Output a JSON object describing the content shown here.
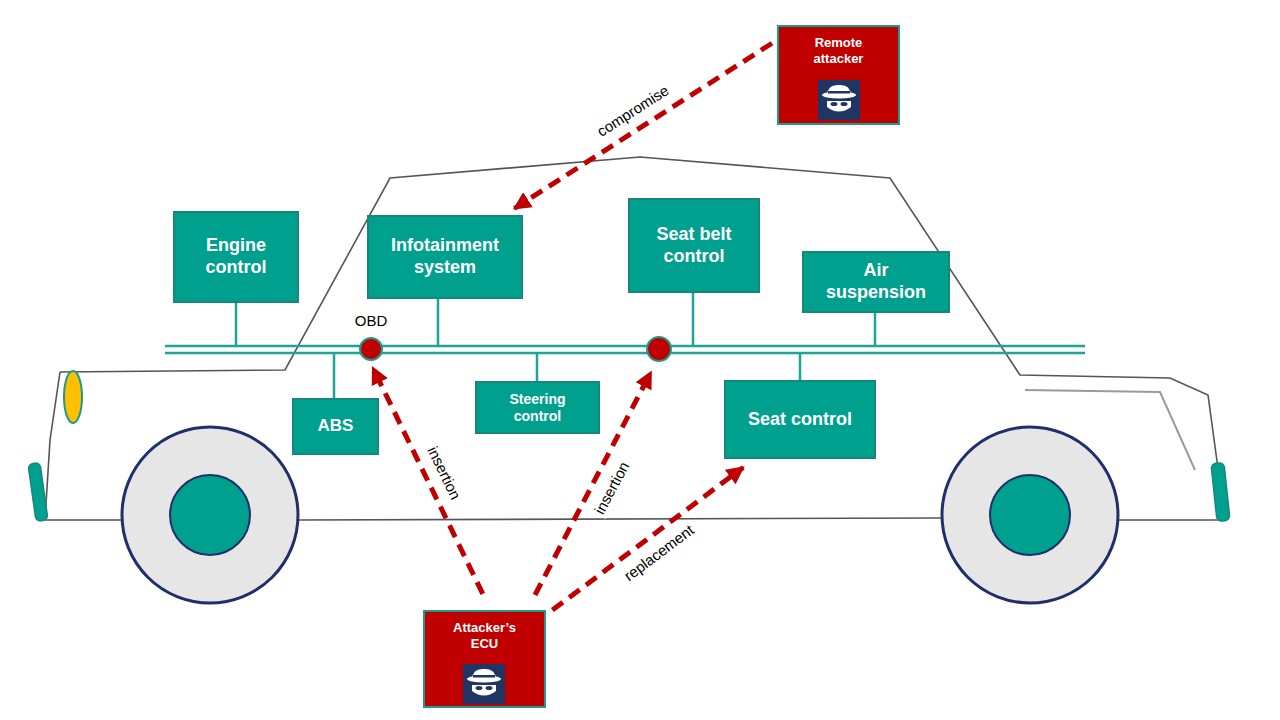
{
  "diagram": {
    "nodes": [
      {
        "text": [
          "Remote attacker"
        ]
      },
      {
        "text": [
          "Engine control"
        ]
      },
      {
        "text": [
          "Infotainment system"
        ]
      },
      {
        "text": [
          "Seat belt control"
        ]
      },
      {
        "text": [
          "Air suspension"
        ]
      },
      {
        "text": [
          "OBD"
        ]
      },
      {
        "text": [
          "ABS"
        ]
      },
      {
        "text": [
          "Steering control"
        ]
      },
      {
        "text": [
          "Seat control"
        ]
      },
      {
        "text": [
          "Attacker’s ECU"
        ]
      }
    ],
    "edges": [
      {
        "from": 0,
        "to": 2,
        "label": "compromise",
        "arrow": "to"
      },
      {
        "from": 9,
        "to": 5,
        "label": "insertion",
        "arrow": "to"
      },
      {
        "from": 9,
        "to": 8,
        "label": "replacement",
        "arrow": "to"
      }
    ],
    "labels": [
      "insertion"
    ]
  }
}
